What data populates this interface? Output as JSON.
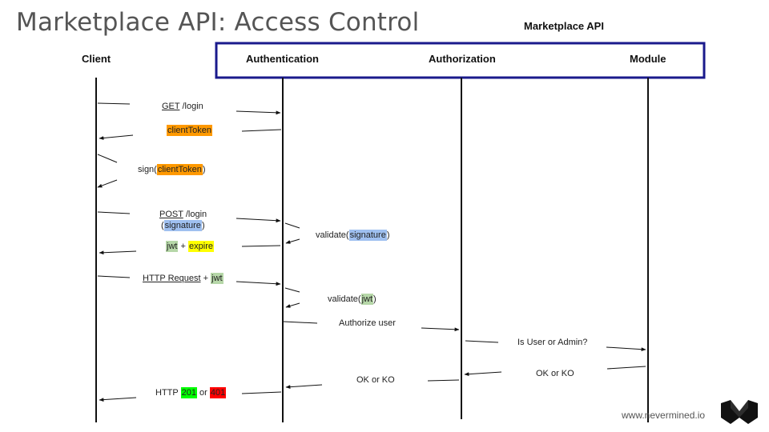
{
  "title": "Marketplace API: Access Control",
  "group_label": "Marketplace API",
  "participants": [
    "Client",
    "Authentication",
    "Authorization",
    "Module"
  ],
  "messages": {
    "get_login": {
      "method": "GET",
      "path": "/login"
    },
    "client_token": {
      "token": "clientToken"
    },
    "sign": {
      "pre": "sign(",
      "token": "clientToken",
      "post": ")"
    },
    "post_login": {
      "method": "POST",
      "path": "/login",
      "pre": "(",
      "sig": "signature",
      "post": ")"
    },
    "validate_sig": {
      "pre": "validate(",
      "sig": "signature",
      "post": ")"
    },
    "jwt_expire": {
      "jwt": "jwt",
      "plus": "+",
      "expire": "expire"
    },
    "http_request": {
      "label": "HTTP Request",
      "plus": "+",
      "jwt": "jwt"
    },
    "validate_jwt": {
      "pre": "validate(",
      "jwt": "jwt",
      "post": ")"
    },
    "authorize_user": "Authorize user",
    "is_user_admin": "Is User or Admin?",
    "ok_ko_module": "OK or KO",
    "ok_ko_auth": "OK or KO",
    "http_response": {
      "pre": "HTTP",
      "code_ok": "201",
      "or": "or",
      "code_ko": "401"
    }
  },
  "colors": {
    "client_token": "#ff9900",
    "signature": "#9fc0f0",
    "jwt": "#b6d7a8",
    "expire": "#ffff00",
    "code_ok": "#00ff00",
    "code_ko": "#ff0000",
    "frame": "#1a1a8c"
  },
  "footer": "www.nevermined.io",
  "logo_icon": "nevermined-logo-icon"
}
